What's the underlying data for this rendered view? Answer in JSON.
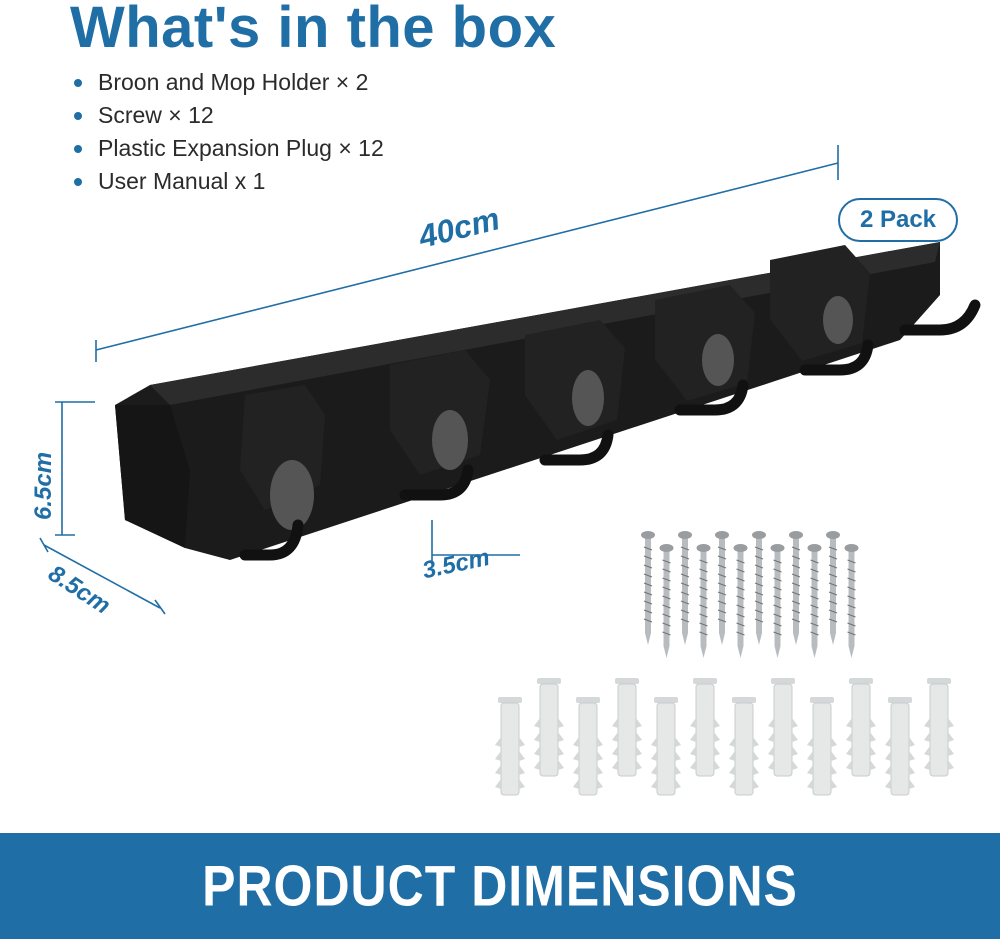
{
  "title": "What's in the box",
  "contents": [
    "Broon and Mop Holder × 2",
    "Screw × 12",
    "Plastic Expansion Plug × 12",
    "User Manual x 1"
  ],
  "badge": "2 Pack",
  "dimensions": {
    "length": "40cm",
    "height": "6.5cm",
    "depth": "8.5cm",
    "gap": "3.5cm"
  },
  "footer": "PRODUCT DIMENSIONS",
  "colors": {
    "accent": "#1f6ea6",
    "holder": "#1b1b1b",
    "screw": "#b9bcbf",
    "plug": "#e6e8e8"
  }
}
